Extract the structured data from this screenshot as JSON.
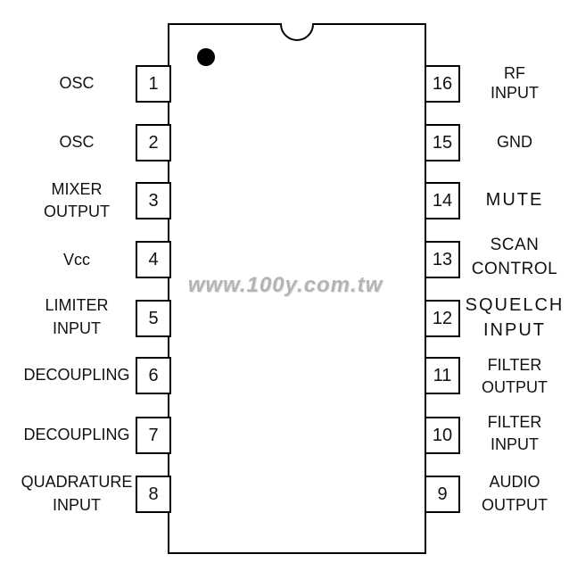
{
  "pins": {
    "left": [
      {
        "number": "1",
        "label": [
          "OSC"
        ]
      },
      {
        "number": "2",
        "label": [
          "OSC"
        ]
      },
      {
        "number": "3",
        "label": [
          "MIXER",
          "OUTPUT"
        ]
      },
      {
        "number": "4",
        "label": [
          "Vcc"
        ]
      },
      {
        "number": "5",
        "label": [
          "LIMITER",
          "INPUT"
        ]
      },
      {
        "number": "6",
        "label": [
          "DECOUPLING"
        ]
      },
      {
        "number": "7",
        "label": [
          "DECOUPLING"
        ]
      },
      {
        "number": "8",
        "label": [
          "QUADRATURE",
          "INPUT"
        ]
      }
    ],
    "right": [
      {
        "number": "16",
        "label": [
          "RF",
          "INPUT"
        ]
      },
      {
        "number": "15",
        "label": [
          "GND"
        ]
      },
      {
        "number": "14",
        "label": [
          "MUTE"
        ]
      },
      {
        "number": "13",
        "label": [
          "SCAN",
          "CONTROL"
        ]
      },
      {
        "number": "12",
        "label": [
          "SQUELCH",
          "INPUT"
        ]
      },
      {
        "number": "11",
        "label": [
          "FILTER",
          "OUTPUT"
        ]
      },
      {
        "number": "10",
        "label": [
          "FILTER",
          "INPUT"
        ]
      },
      {
        "number": "9",
        "label": [
          "AUDIO",
          "OUTPUT"
        ]
      }
    ]
  },
  "watermark": "www.100y.com.tw"
}
